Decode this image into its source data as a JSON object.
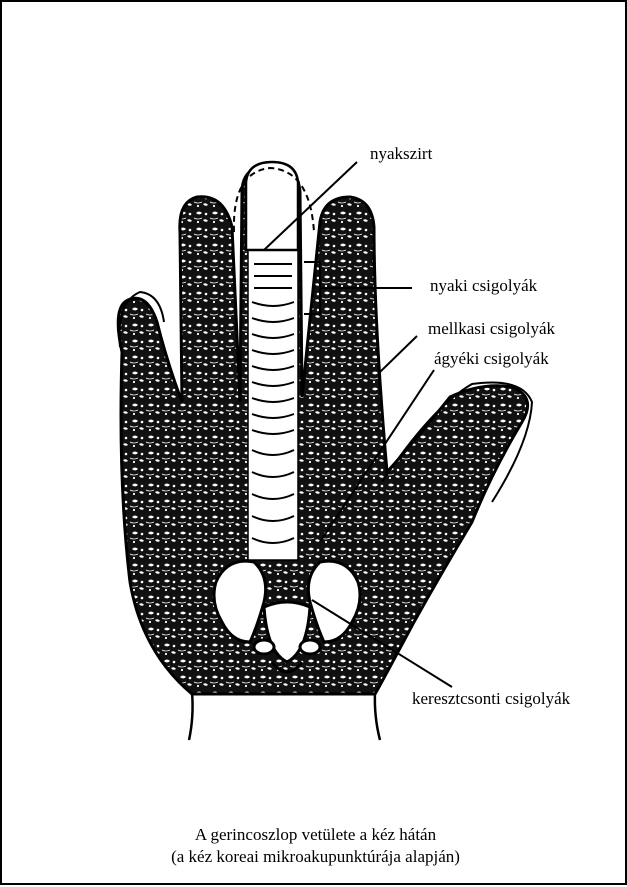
{
  "labels": {
    "occiput": "nyakszirt",
    "cervical": "nyaki csigolyák",
    "thoracic": "mellkasi csigolyák",
    "lumbar": "ágyéki csigolyák",
    "sacral": "keresztcsonti csigolyák"
  },
  "caption": {
    "line1": "A gerincoszlop vetülete a kéz hátán",
    "line2": "(a kéz koreai mikroakupunktúrája alapján)"
  }
}
